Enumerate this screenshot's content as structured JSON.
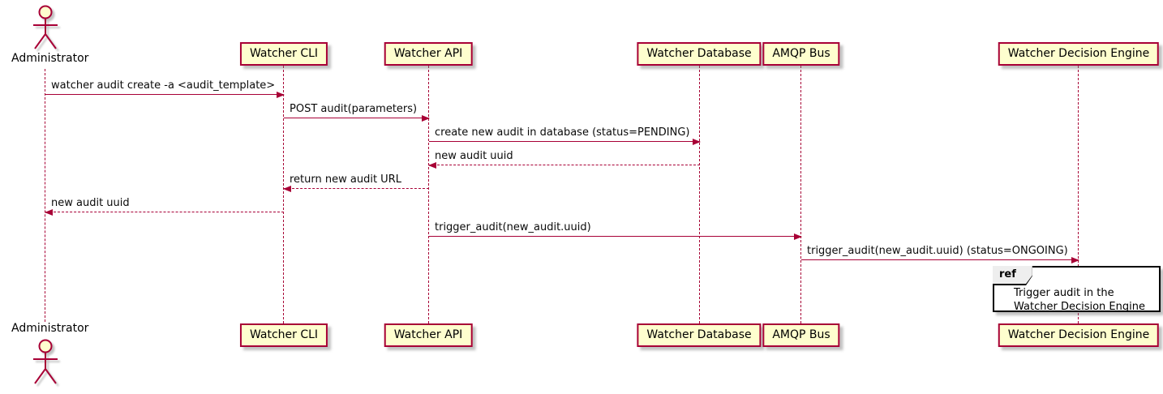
{
  "diagram": {
    "type": "sequence-diagram",
    "actor": {
      "label": "Administrator"
    },
    "participants": [
      {
        "label": "Watcher CLI"
      },
      {
        "label": "Watcher API"
      },
      {
        "label": "Watcher Database"
      },
      {
        "label": "AMQP Bus"
      },
      {
        "label": "Watcher Decision Engine"
      }
    ],
    "messages": [
      {
        "from": "Administrator",
        "to": "Watcher CLI",
        "text": "watcher audit create -a <audit_template>",
        "line": "solid",
        "direction": "right"
      },
      {
        "from": "Watcher CLI",
        "to": "Watcher API",
        "text": "POST audit(parameters)",
        "line": "solid",
        "direction": "right"
      },
      {
        "from": "Watcher API",
        "to": "Watcher Database",
        "text": "create new audit in database (status=PENDING)",
        "line": "solid",
        "direction": "right"
      },
      {
        "from": "Watcher Database",
        "to": "Watcher API",
        "text": "new audit uuid",
        "line": "dashed",
        "direction": "left"
      },
      {
        "from": "Watcher API",
        "to": "Watcher CLI",
        "text": "return new audit URL",
        "line": "dashed",
        "direction": "left"
      },
      {
        "from": "Watcher CLI",
        "to": "Administrator",
        "text": "new audit uuid",
        "line": "dashed",
        "direction": "left"
      },
      {
        "from": "Watcher API",
        "to": "AMQP Bus",
        "text": "trigger_audit(new_audit.uuid)",
        "line": "solid",
        "direction": "right"
      },
      {
        "from": "AMQP Bus",
        "to": "Watcher Decision Engine",
        "text": "trigger_audit(new_audit.uuid) (status=ONGOING)",
        "line": "solid",
        "direction": "right"
      }
    ],
    "ref": {
      "keyword": "ref",
      "line1": "Trigger audit in the",
      "line2": "Watcher Decision Engine",
      "over": "Watcher Decision Engine"
    },
    "colors": {
      "participant_fill": "#FEFECE",
      "stroke": "#A80036",
      "ref_border": "#000000",
      "ref_tag_fill": "#EEEEEE",
      "text": "#000000",
      "background": "#FFFFFF"
    }
  }
}
